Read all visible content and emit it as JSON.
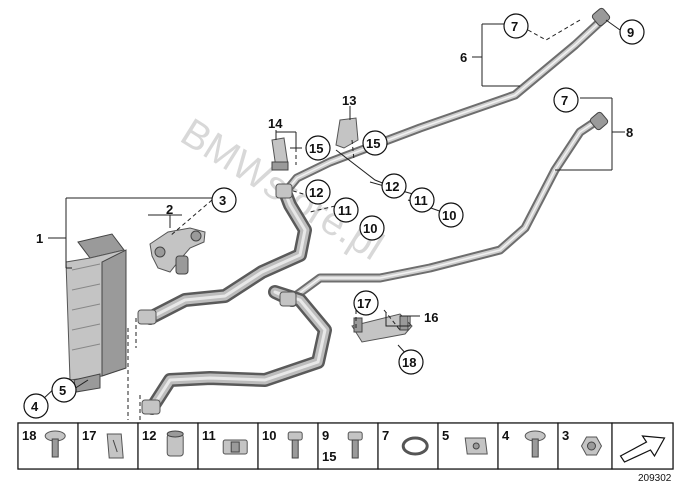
{
  "watermark": "BMWstore.pl",
  "drawing_number": "209302",
  "callouts": {
    "c1": "1",
    "c2": "2",
    "c3": "3",
    "c4": "4",
    "c5": "5",
    "c6": "6",
    "c7a": "7",
    "c7b": "7",
    "c8": "8",
    "c9": "9",
    "c10a": "10",
    "c10b": "10",
    "c11a": "11",
    "c11b": "11",
    "c12a": "12",
    "c12b": "12",
    "c13": "13",
    "c14": "14",
    "c15a": "15",
    "c15b": "15",
    "c16": "16",
    "c17": "17",
    "c18": "18"
  },
  "legend": [
    {
      "label": "18",
      "icon": "screw-icon"
    },
    {
      "label": "17",
      "icon": "clip-icon"
    },
    {
      "label": "12",
      "icon": "nut-icon"
    },
    {
      "label": "11",
      "icon": "clamp-icon"
    },
    {
      "label": "10",
      "icon": "bolt-icon"
    },
    {
      "label": "9",
      "label2": "15",
      "icon": "bolt-icon"
    },
    {
      "label": "7",
      "icon": "o-ring-icon"
    },
    {
      "label": "5",
      "icon": "clip-nut-icon"
    },
    {
      "label": "4",
      "icon": "screw-icon"
    },
    {
      "label": "3",
      "icon": "hex-nut-icon"
    },
    {
      "label": "",
      "icon": "arrow-icon"
    }
  ]
}
